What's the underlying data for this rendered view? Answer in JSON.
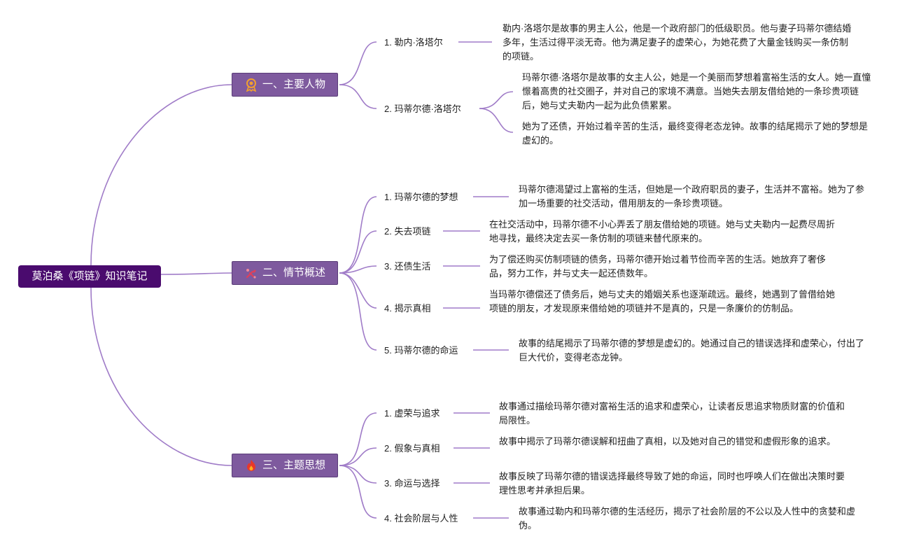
{
  "root": {
    "label": "莫泊桑《项链》知识笔记"
  },
  "branches": [
    {
      "label": "一、主要人物",
      "icon": "award-ribbon-icon",
      "icon_color": "#f0a030",
      "items": [
        {
          "label": "1. 勒内·洛塔尔",
          "details": [
            "勒内·洛塔尔是故事的男主人公，他是一个政府部门的低级职员。他与妻子玛蒂尔德结婚多年，生活过得平淡无奇。他为满足妻子的虚荣心，为她花费了大量金钱购买一条仿制的项链。"
          ]
        },
        {
          "label": "2. 玛蒂尔德·洛塔尔",
          "details": [
            "玛蒂尔德·洛塔尔是故事的女主人公，她是一个美丽而梦想着富裕生活的女人。她一直憧憬着高贵的社交圈子，并对自己的家境不满意。当她失去朋友借给她的一条珍贵项链后，她与丈夫勒内一起为此负债累累。",
            "她为了还债，开始过着辛苦的生活，最终变得老态龙钟。故事的结尾揭示了她的梦想是虚幻的。"
          ]
        }
      ]
    },
    {
      "label": "二、情节概述",
      "icon": "tools-icon",
      "icon_color": "#e0405a",
      "items": [
        {
          "label": "1. 玛蒂尔德的梦想",
          "details": [
            "玛蒂尔德渴望过上富裕的生活，但她是一个政府职员的妻子，生活并不富裕。她为了参加一场重要的社交活动，借用朋友的一条珍贵项链。"
          ]
        },
        {
          "label": "2. 失去项链",
          "details": [
            "在社交活动中，玛蒂尔德不小心弄丢了朋友借给她的项链。她与丈夫勒内一起费尽周折地寻找，最终决定去买一条仿制的项链来替代原来的。"
          ]
        },
        {
          "label": "3. 还债生活",
          "details": [
            "为了偿还购买仿制项链的债务，玛蒂尔德开始过着节俭而辛苦的生活。她放弃了奢侈品，努力工作，并与丈夫一起还债数年。"
          ]
        },
        {
          "label": "4. 揭示真相",
          "details": [
            "当玛蒂尔德偿还了债务后，她与丈夫的婚姻关系也逐渐疏远。最终，她遇到了曾借给她项链的朋友，才发现原来借给她的项链并不是真的，只是一条廉价的仿制品。"
          ]
        },
        {
          "label": "5. 玛蒂尔德的命运",
          "details": [
            "故事的结尾揭示了玛蒂尔德的梦想是虚幻的。她通过自己的错误选择和虚荣心，付出了巨大代价，变得老态龙钟。"
          ]
        }
      ]
    },
    {
      "label": "三、主题思想",
      "icon": "flame-icon",
      "icon_color": "#e8382a",
      "items": [
        {
          "label": "1. 虚荣与追求",
          "details": [
            "故事通过描绘玛蒂尔德对富裕生活的追求和虚荣心，让读者反思追求物质财富的价值和局限性。"
          ]
        },
        {
          "label": "2. 假象与真相",
          "details": [
            "故事中揭示了玛蒂尔德误解和扭曲了真相，以及她对自己的错觉和虚假形象的追求。"
          ]
        },
        {
          "label": "3. 命运与选择",
          "details": [
            "故事反映了玛蒂尔德的错误选择最终导致了她的命运，同时也呼唤人们在做出决策时要理性思考并承担后果。"
          ]
        },
        {
          "label": "4. 社会阶层与人性",
          "details": [
            "故事通过勒内和玛蒂尔德的生活经历，揭示了社会阶层的不公以及人性中的贪婪和虚伪。"
          ]
        }
      ]
    }
  ],
  "colors": {
    "connector": "#a07cc8",
    "root_bg": "#4a0b6e",
    "branch_bg": "#7e5a9e"
  }
}
